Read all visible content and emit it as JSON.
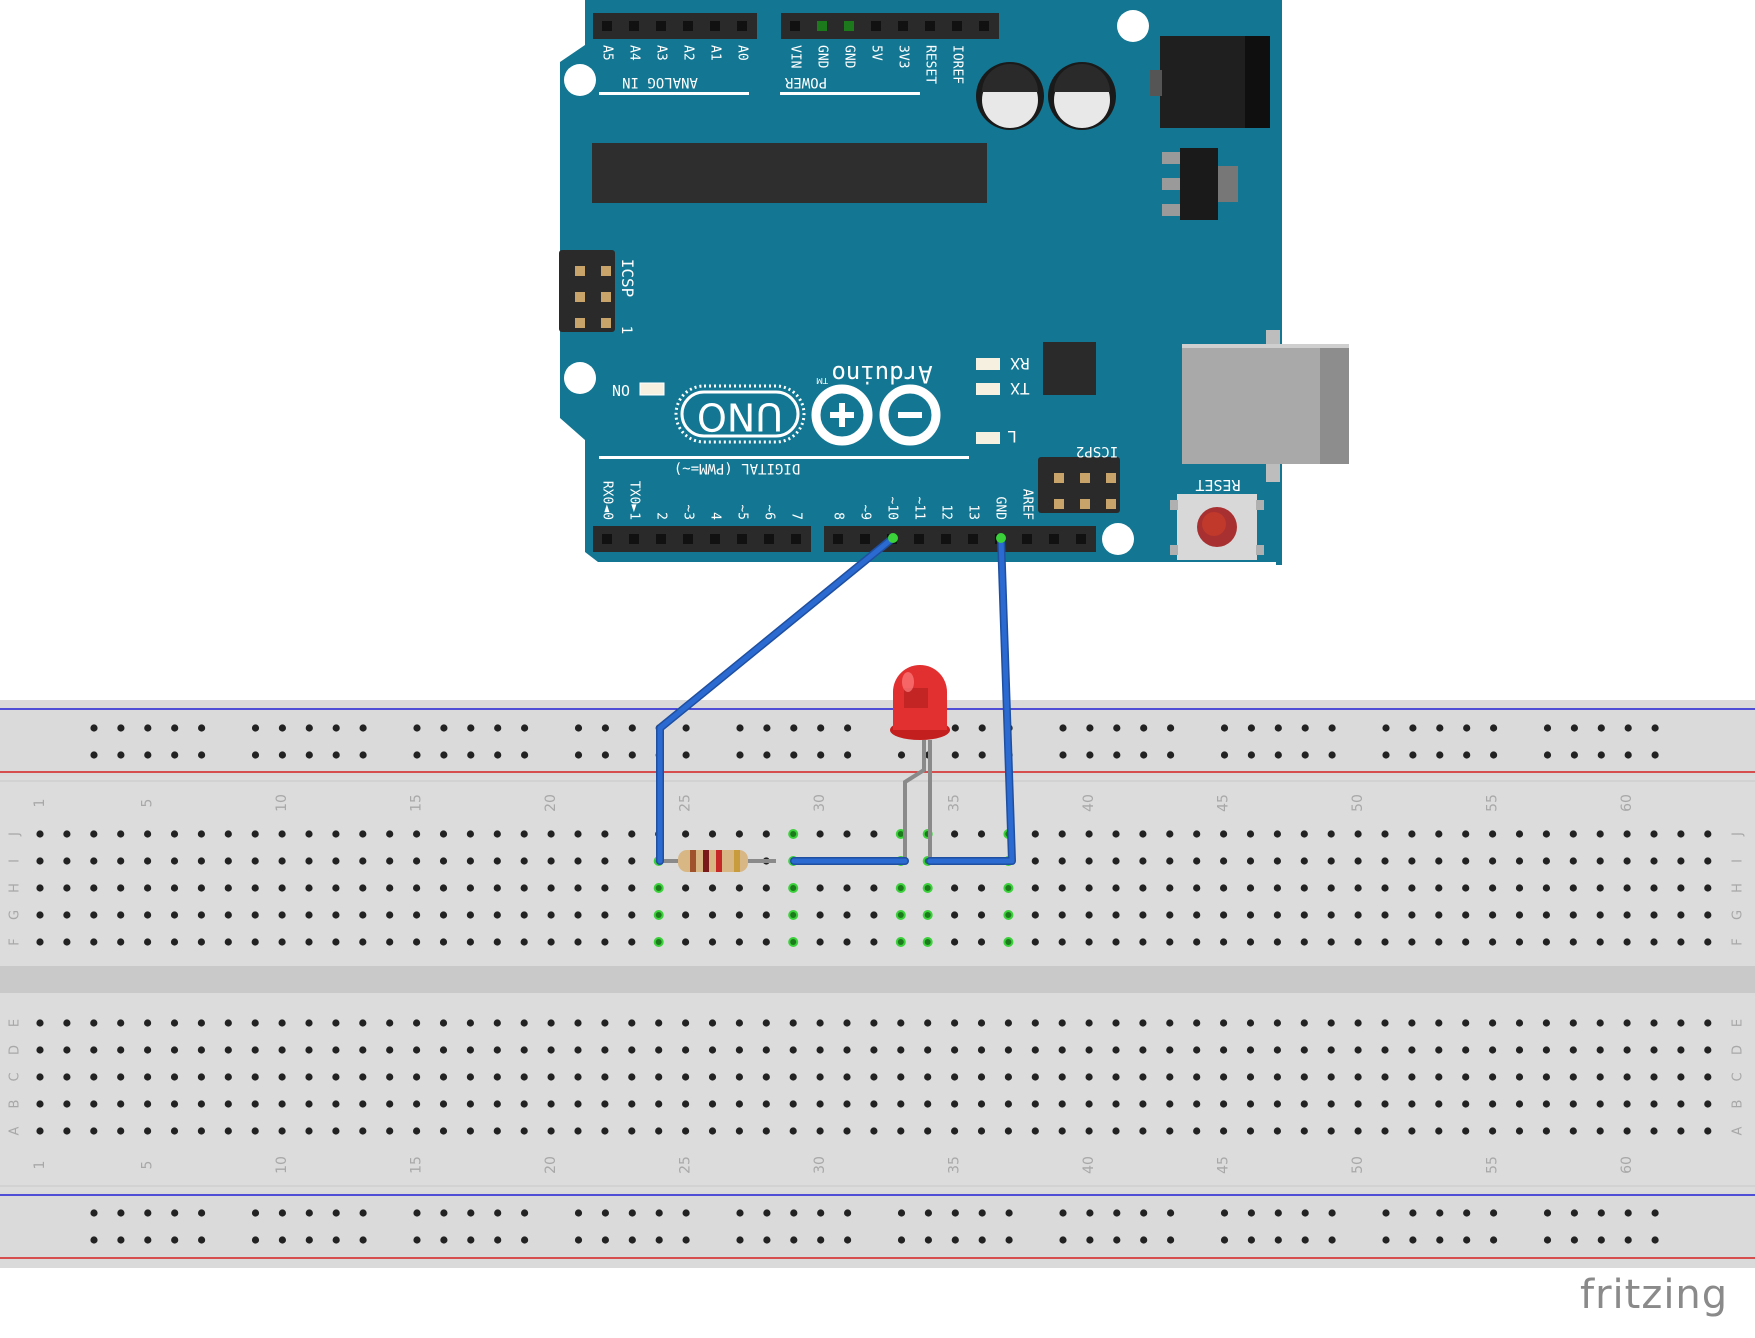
{
  "watermark": "fritzing",
  "arduino": {
    "logo": "UNO",
    "brand": "Arduino",
    "tm": "TM",
    "analog_header": "ANALOG IN",
    "power_header": "POWER",
    "digital_header": "DIGITAL (PWM=~)",
    "icsp": "ICSP",
    "icsp2": "ICSP2",
    "reset": "RESET",
    "on": "ON",
    "rx": "RX",
    "tx": "TX",
    "l": "L",
    "one": "1",
    "analog_pins": [
      "A5",
      "A4",
      "A3",
      "A2",
      "A1",
      "A0"
    ],
    "power_pins": [
      "VIN",
      "GND",
      "GND",
      "5V",
      "3V3",
      "RESET",
      "IOREF"
    ],
    "digital_left": [
      "RX0◄0",
      "TX0►1",
      "2",
      "~3",
      "4",
      "~5",
      "~6",
      "7"
    ],
    "digital_right": [
      "8",
      "~9",
      "~10",
      "~11",
      "12",
      "13",
      "GND",
      "AREF"
    ],
    "colors": {
      "board": "#137793",
      "header": "#2a2a2a",
      "text": "#ffffff"
    }
  },
  "breadboard": {
    "row_labels_top": [
      "J",
      "I",
      "H",
      "G",
      "F"
    ],
    "row_labels_bottom": [
      "E",
      "D",
      "C",
      "B",
      "A"
    ],
    "column_numbers": [
      "1",
      "5",
      "10",
      "15",
      "20",
      "25",
      "30",
      "35",
      "40",
      "45",
      "50",
      "55",
      "60"
    ],
    "columns": 63,
    "colors": {
      "body": "#dcdcdc",
      "hole": "#222222",
      "active": "#3ad13a",
      "rail_red": "#d42020",
      "rail_blue": "#2020d4"
    }
  },
  "circuit": {
    "wire_color": "#2b6ad1",
    "resistor_bands": [
      "#a0522d",
      "#7a1a1a",
      "#c62828",
      "#c89b3c"
    ],
    "led_color": "#e02828"
  }
}
